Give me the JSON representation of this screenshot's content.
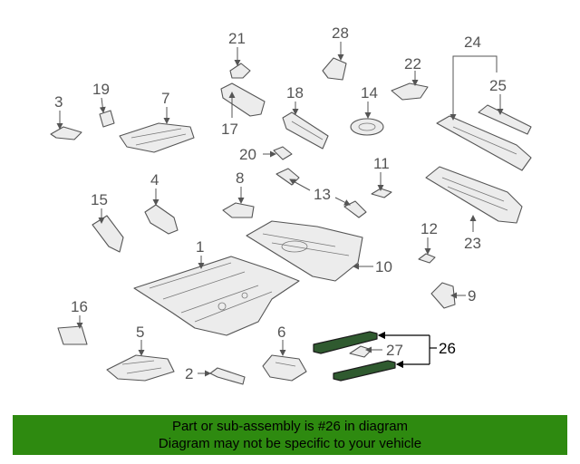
{
  "diagram": {
    "callouts": [
      "1",
      "2",
      "3",
      "4",
      "5",
      "6",
      "7",
      "8",
      "9",
      "10",
      "11",
      "12",
      "13",
      "14",
      "15",
      "16",
      "17",
      "18",
      "19",
      "20",
      "21",
      "22",
      "23",
      "24",
      "25",
      "26",
      "27",
      "28"
    ],
    "highlighted_part": "26"
  },
  "banner": {
    "line1": "Part or sub-assembly is #26 in diagram",
    "line2": "Diagram may not be specific to your vehicle",
    "color": "#2e8a10"
  },
  "colors": {
    "part_fill": "#ececec",
    "part_stroke": "#555555",
    "highlight_fill": "#2f5a2f"
  }
}
